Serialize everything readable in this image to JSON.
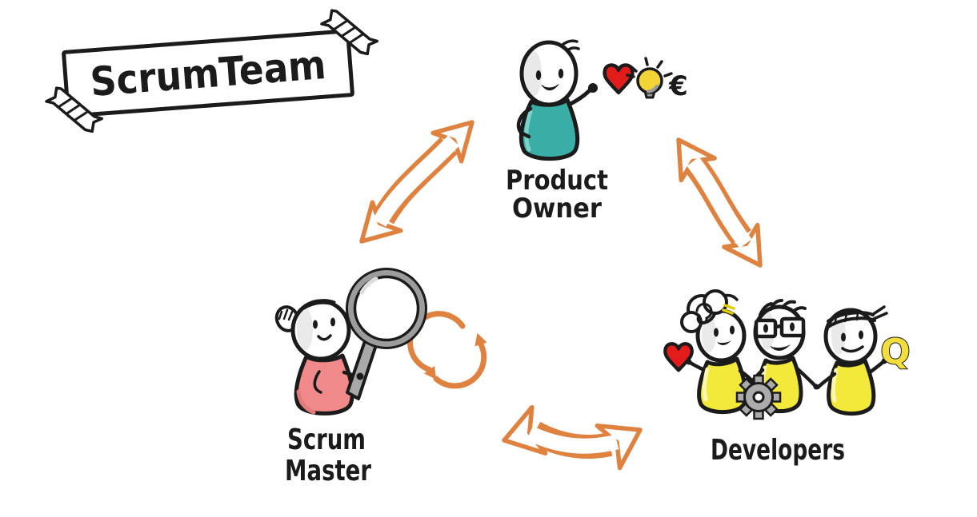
{
  "banner": {
    "title": "ScrumTeam"
  },
  "roles": {
    "product_owner": {
      "lines": [
        "Product",
        "Owner"
      ]
    },
    "scrum_master": {
      "lines": [
        "Scrum",
        "Master"
      ]
    },
    "developers": {
      "label": "Developers"
    }
  },
  "symbols": {
    "euro": "€",
    "quality": "Q"
  },
  "icons": [
    "heart-icon",
    "lightbulb-icon",
    "euro-icon",
    "magnifier-icon",
    "refresh-cycle-icon",
    "gear-icon",
    "quality-q-icon",
    "tape-icon"
  ],
  "colors": {
    "arrow_orange": "#E0823F",
    "product_owner_teal": "#3AAEA6",
    "scrum_master_pink": "#F08A8A",
    "developers_yellow": "#F3E93B",
    "heart_red": "#E21B1B",
    "lightbulb_yellow": "#F2D437",
    "gear_gray": "#ABABAB",
    "outline_black": "#1B1B1B"
  }
}
